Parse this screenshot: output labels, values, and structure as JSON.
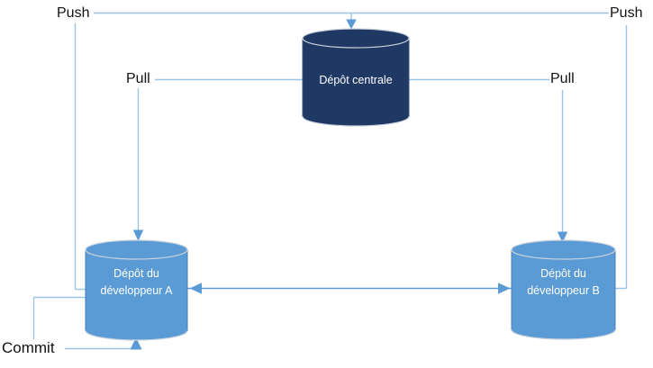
{
  "diagram": {
    "background": "#FFFFFF",
    "nodes": {
      "central": {
        "label": "Dépôt centrale",
        "fill": "#1F3864"
      },
      "dev_a": {
        "label": "Dépôt du\ndéveloppeur A",
        "fill": "#5B9BD5"
      },
      "dev_b": {
        "label": "Dépôt du\ndéveloppeur B",
        "fill": "#5B9BD5"
      }
    },
    "edges": {
      "push_left": {
        "label": "Push"
      },
      "push_right": {
        "label": "Push"
      },
      "pull_left": {
        "label": "Pull"
      },
      "pull_right": {
        "label": "Pull"
      },
      "commit": {
        "label": "Commit"
      }
    },
    "colors": {
      "connector_line": "#9DC3E6",
      "sync_line": "#5B9BD5",
      "arrowhead": "#5B9BD5",
      "cylinder_edge_light": "#C9D2DC",
      "dev_cylinder_side": "#4A7EBB",
      "label_text": "#121212",
      "node_label_text": "#FFFFFF"
    }
  }
}
